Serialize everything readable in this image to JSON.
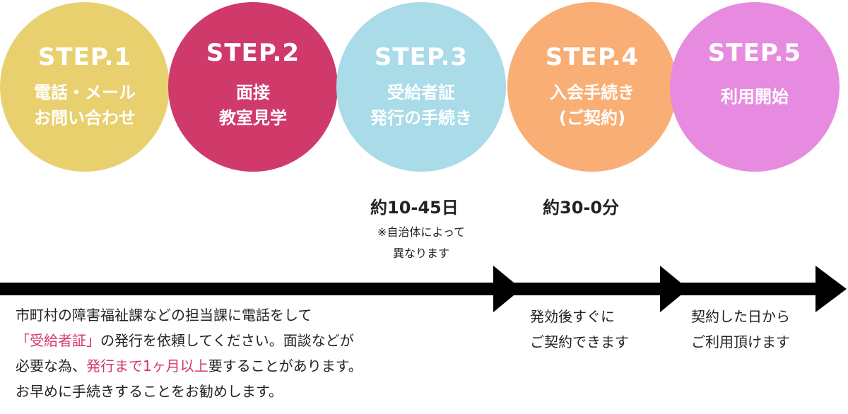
{
  "colors": {
    "step1": "#e9d06f",
    "step2": "#cf3a6b",
    "step3": "#a9dbe8",
    "step4": "#f8ae74",
    "step5": "#e78be0",
    "highlight": "#d6336c",
    "arrow": "#000000"
  },
  "steps": [
    {
      "num": "STEP.1",
      "line1": "電話・メール",
      "line2": "お問い合わせ"
    },
    {
      "num": "STEP.2",
      "line1": "面接",
      "line2": "教室見学"
    },
    {
      "num": "STEP.3",
      "line1": "受給者証",
      "line2": "発行の手続き"
    },
    {
      "num": "STEP.4",
      "line1": "入会手続き",
      "line2": "(ご契約)"
    },
    {
      "num": "STEP.5",
      "line1": "利用開始",
      "line2": ""
    }
  ],
  "durations": {
    "step3": "約10-45日",
    "step3_note1": "※自治体によって",
    "step3_note2": "異なります",
    "step4": "約30-0分"
  },
  "descriptions": {
    "main": {
      "l1": "市町村の障害福祉課などの担当課に電話をして",
      "l2_hl": "「受給者証」",
      "l2_rest": "の発行を依頼してください。面談などが",
      "l3_a": "必要な為、",
      "l3_hl": "発行まで1ヶ月以上",
      "l3_b": "要することがあります。",
      "l4": "お早めに手続きすることをお勧めします。"
    },
    "after_step3": {
      "l1": "発効後すぐに",
      "l2": "ご契約できます"
    },
    "after_step4": {
      "l1": "契約した日から",
      "l2": "ご利用頂けます"
    }
  }
}
